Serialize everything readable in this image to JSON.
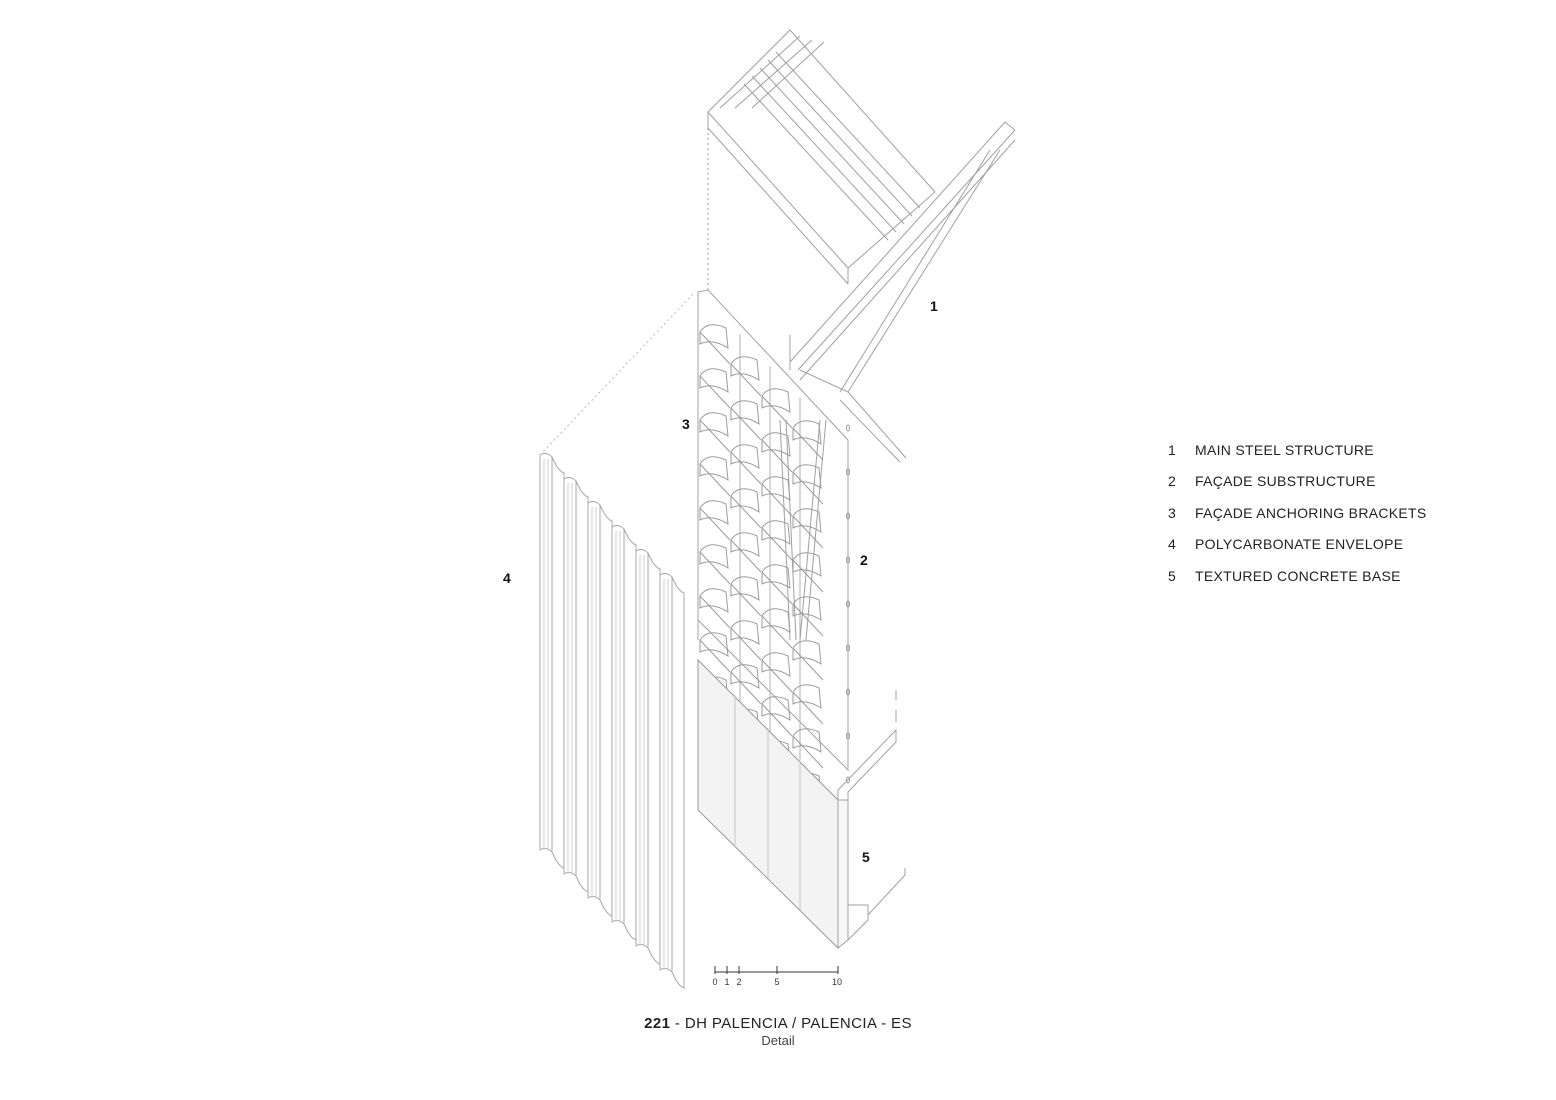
{
  "callouts": {
    "c1": "1",
    "c2": "2",
    "c3": "3",
    "c4": "4",
    "c5": "5"
  },
  "legend": [
    {
      "num": "1",
      "text": "MAIN STEEL STRUCTURE"
    },
    {
      "num": "2",
      "text": "FAÇADE SUBSTRUCTURE"
    },
    {
      "num": "3",
      "text": "FAÇADE ANCHORING BRACKETS"
    },
    {
      "num": "4",
      "text": "POLYCARBONATE ENVELOPE"
    },
    {
      "num": "5",
      "text": "TEXTURED CONCRETE BASE"
    }
  ],
  "scale_bar": {
    "ticks": [
      "0",
      "1",
      "2",
      "5",
      "10"
    ]
  },
  "title": {
    "number": "221",
    "rest": " - DH PALENCIA / PALENCIA - ES",
    "subtitle": "Detail"
  },
  "colors": {
    "line": "#9a9a9a",
    "text": "#222222"
  }
}
